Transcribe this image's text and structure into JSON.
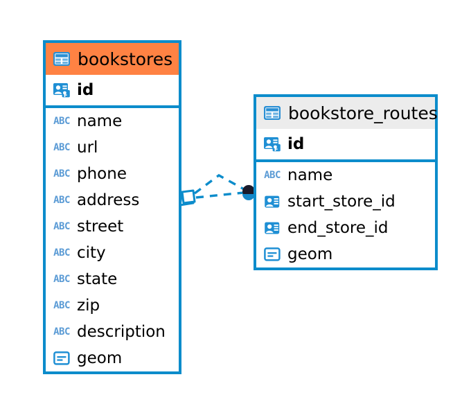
{
  "diagram": {
    "kind": "entity-relationship-diagram",
    "background_color": "#ffffff",
    "accent_color": "#0c8ccb",
    "selected_header_color": "#ff8243",
    "plain_header_color": "#ececec",
    "text_color": "#000000",
    "abc_icon_color": "#5b9bd5"
  },
  "entities": [
    {
      "name": "bookstores",
      "header_state": "selected",
      "title_icon": "table-icon",
      "primary_key": {
        "label": "id",
        "icon": "primary-key-icon"
      },
      "fields": [
        {
          "label": "name",
          "icon": "abc-text-icon",
          "type": "text"
        },
        {
          "label": "url",
          "icon": "abc-text-icon",
          "type": "text"
        },
        {
          "label": "phone",
          "icon": "abc-text-icon",
          "type": "text"
        },
        {
          "label": "address",
          "icon": "abc-text-icon",
          "type": "text"
        },
        {
          "label": "street",
          "icon": "abc-text-icon",
          "type": "text"
        },
        {
          "label": "city",
          "icon": "abc-text-icon",
          "type": "text"
        },
        {
          "label": "state",
          "icon": "abc-text-icon",
          "type": "text"
        },
        {
          "label": "zip",
          "icon": "abc-text-icon",
          "type": "text"
        },
        {
          "label": "description",
          "icon": "abc-text-icon",
          "type": "text"
        },
        {
          "label": "geom",
          "icon": "geometry-icon",
          "type": "geometry"
        }
      ]
    },
    {
      "name": "bookstore_routes",
      "header_state": "plain",
      "title_icon": "table-icon",
      "primary_key": {
        "label": "id",
        "icon": "primary-key-icon"
      },
      "fields": [
        {
          "label": "name",
          "icon": "abc-text-icon",
          "type": "text"
        },
        {
          "label": "start_store_id",
          "icon": "foreign-key-icon",
          "type": "foreign-key"
        },
        {
          "label": "end_store_id",
          "icon": "foreign-key-icon",
          "type": "foreign-key"
        },
        {
          "label": "geom",
          "icon": "geometry-icon",
          "type": "geometry"
        }
      ]
    }
  ],
  "relationship": {
    "style": "dashed",
    "color": "#0c8ccb",
    "source_endpoint": "diamond-endpoint",
    "target_endpoint": "filled-dot-endpoint",
    "target_dot_color": "#1b1b2b",
    "branch_count": 2
  }
}
